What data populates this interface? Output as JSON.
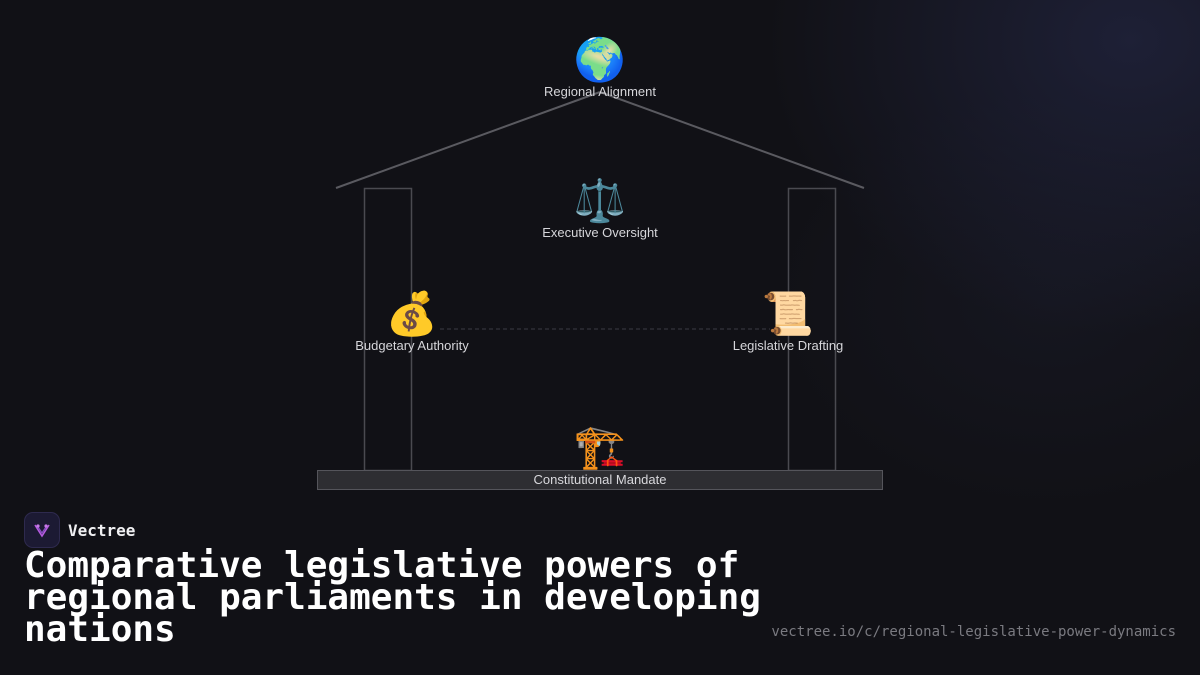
{
  "diagram": {
    "roof": {
      "emoji": "🌍",
      "label": "Regional Alignment"
    },
    "upper": {
      "emoji": "⚖️",
      "label": "Executive Oversight"
    },
    "left_pillar": {
      "emoji": "💰",
      "label": "Budgetary Authority"
    },
    "right_pillar": {
      "emoji": "📜",
      "label": "Legislative Drafting"
    },
    "base": {
      "emoji": "🏗️",
      "label": "Constitutional Mandate"
    }
  },
  "brand": {
    "name": "Vectree",
    "logo_color": "#b65be0"
  },
  "title": "Comparative legislative powers of regional parliaments in developing nations",
  "url": "vectree.io/c/regional-legislative-power-dynamics",
  "colors": {
    "background": "#111116",
    "lines": "#5a5a60"
  }
}
